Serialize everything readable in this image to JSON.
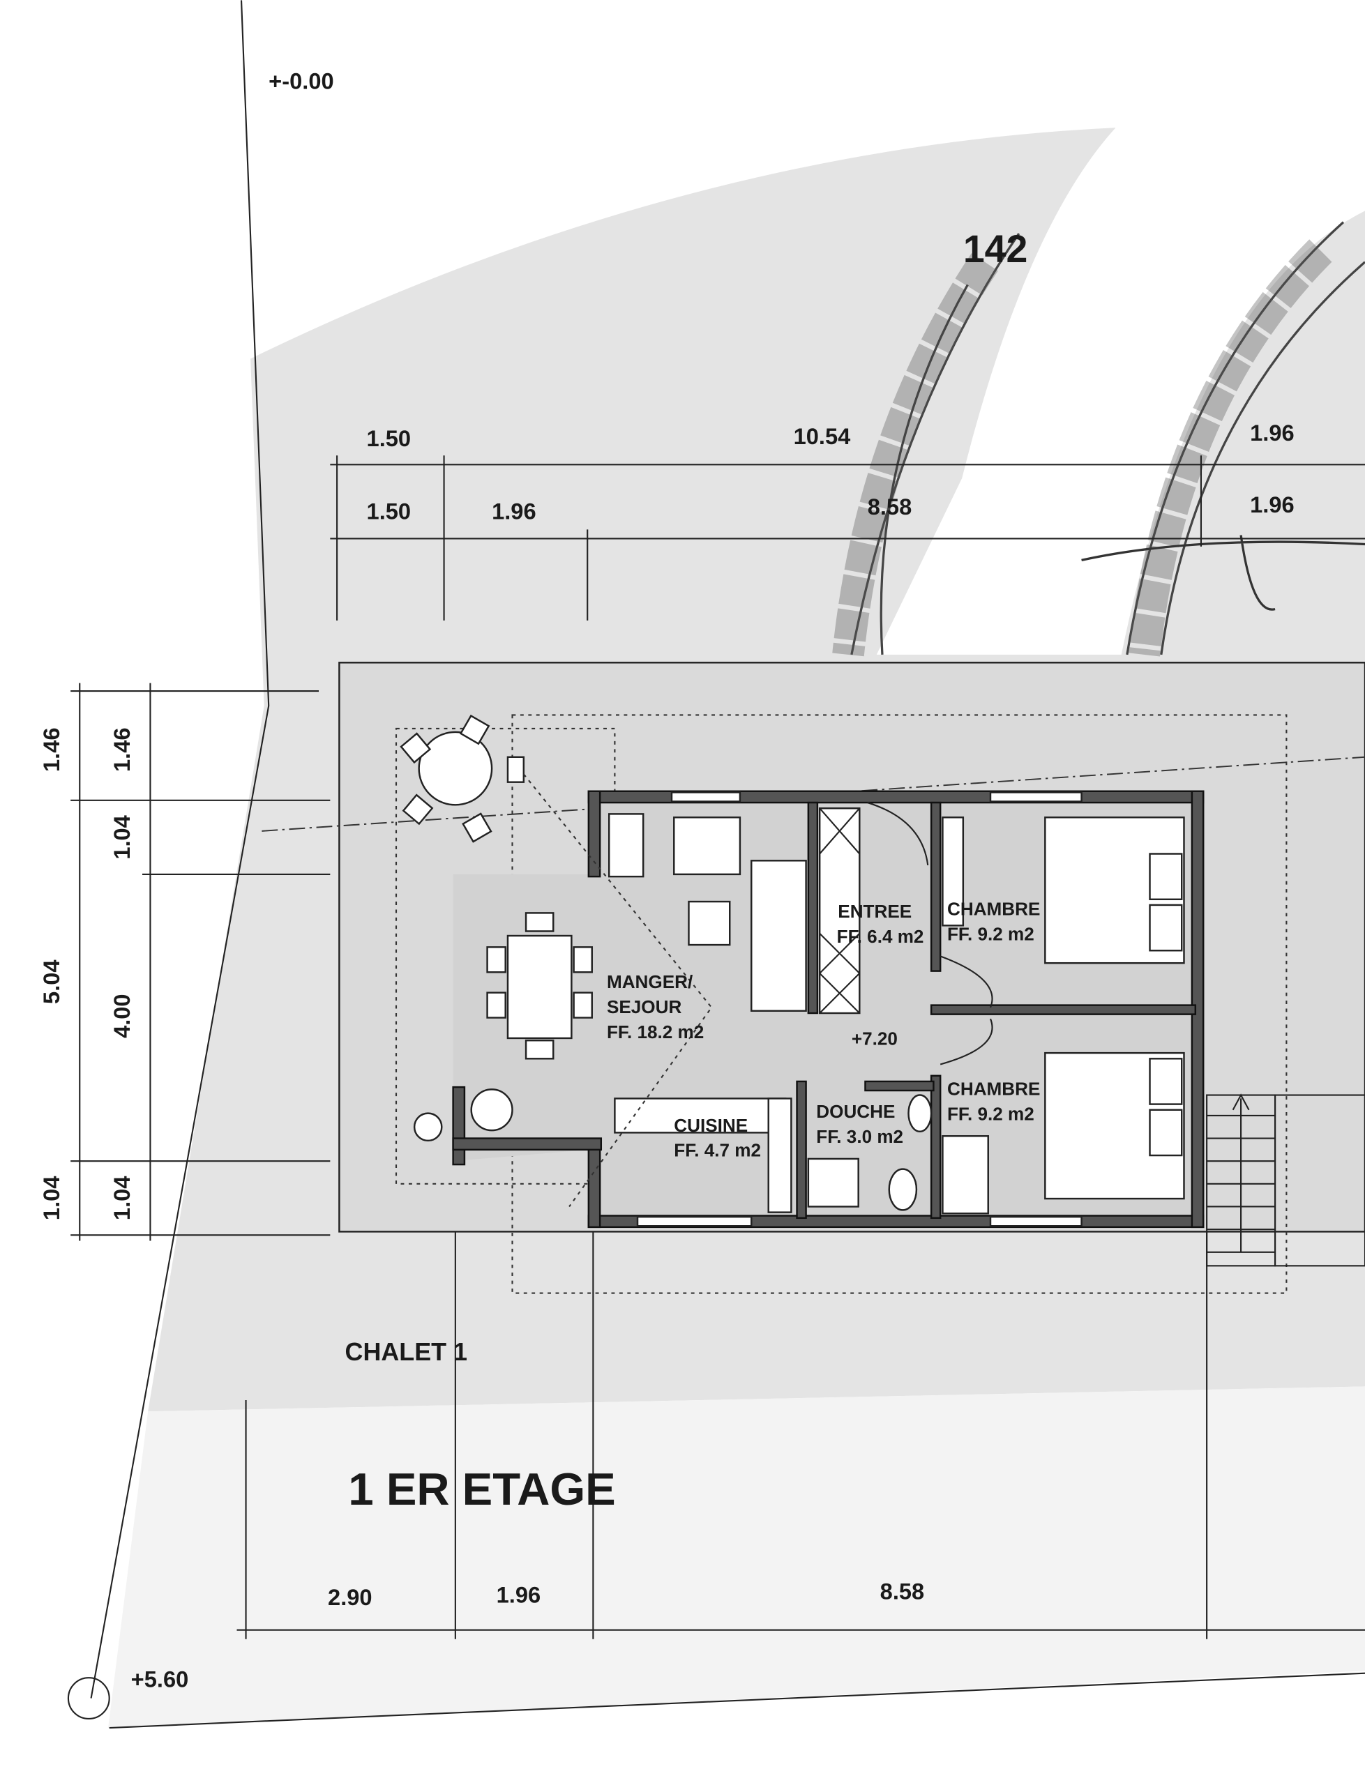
{
  "plan": {
    "title": "1 ER ETAGE",
    "building_label": "CHALET 1",
    "parcel_number": "142",
    "levels": {
      "top": "+-0.00",
      "floor": "+7.20",
      "bottom": "+5.60"
    },
    "rooms": [
      {
        "name": "MANGER/",
        "name2": "SEJOUR",
        "area": "FF. 18.2 m2"
      },
      {
        "name": "ENTREE",
        "area": "FF. 6.4 m2"
      },
      {
        "name": "CHAMBRE",
        "area": "FF. 9.2 m2"
      },
      {
        "name": "CHAMBRE",
        "area": "FF. 9.2 m2"
      },
      {
        "name": "CUISINE",
        "area": "FF. 4.7 m2"
      },
      {
        "name": "DOUCHE",
        "area": "FF. 3.0 m2"
      }
    ],
    "dimensions_top_row1": [
      "1.50",
      "10.54",
      "1.96"
    ],
    "dimensions_top_row2": [
      "1.50",
      "1.96",
      "8.58",
      "1.96"
    ],
    "dimensions_left_outer": [
      "1.46",
      "5.04",
      "1.04"
    ],
    "dimensions_left_inner": [
      "1.46",
      "1.04",
      "4.00",
      "1.04"
    ],
    "dimensions_bottom": [
      "2.90",
      "1.96",
      "8.58"
    ]
  },
  "colors": {
    "site_fill": "#e4e4e4",
    "building_fill": "#dadada",
    "line": "#222222"
  }
}
